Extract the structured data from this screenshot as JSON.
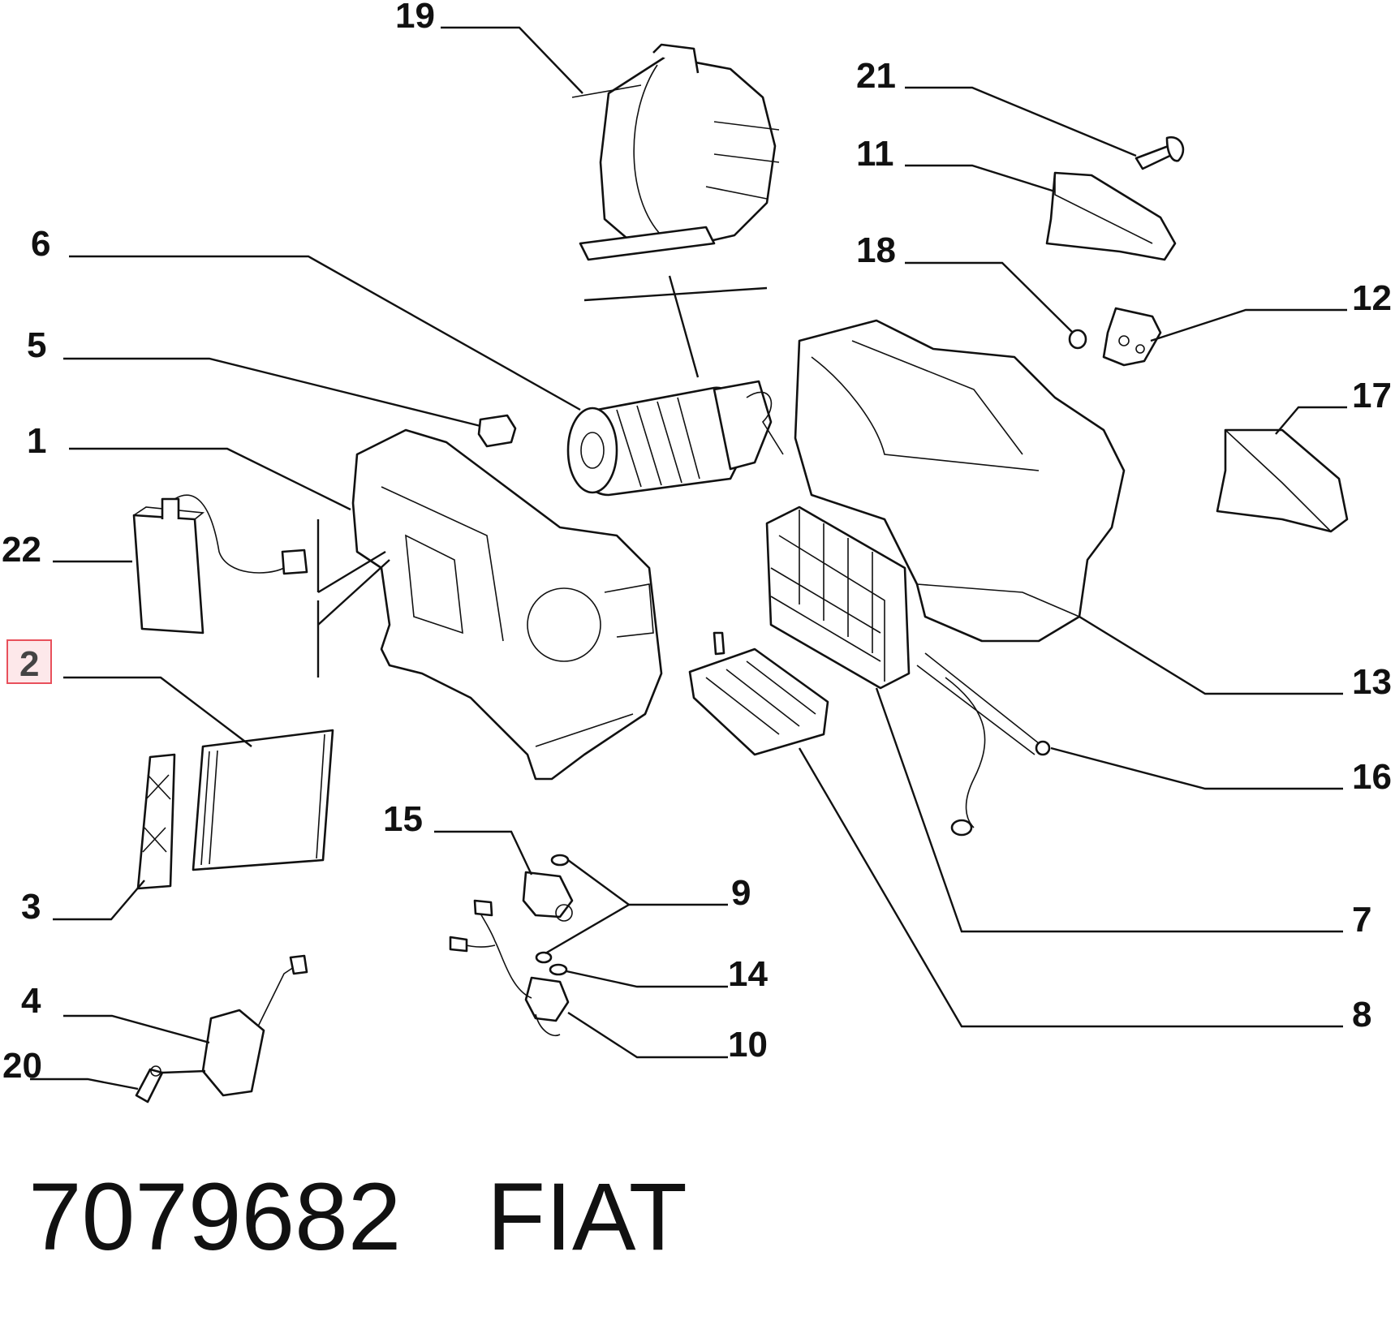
{
  "callouts": {
    "c1": "1",
    "c2": "2",
    "c3": "3",
    "c4": "4",
    "c5": "5",
    "c6": "6",
    "c7": "7",
    "c8": "8",
    "c9": "9",
    "c10": "10",
    "c11": "11",
    "c12": "12",
    "c13": "13",
    "c14": "14",
    "c15": "15",
    "c16": "16",
    "c17": "17",
    "c18": "18",
    "c19": "19",
    "c20": "20",
    "c21": "21",
    "c22": "22"
  },
  "highlighted_callout": "2",
  "highlight_color": "#e8505b",
  "footer": {
    "part_number": "7079682",
    "brand": "FIAT"
  }
}
